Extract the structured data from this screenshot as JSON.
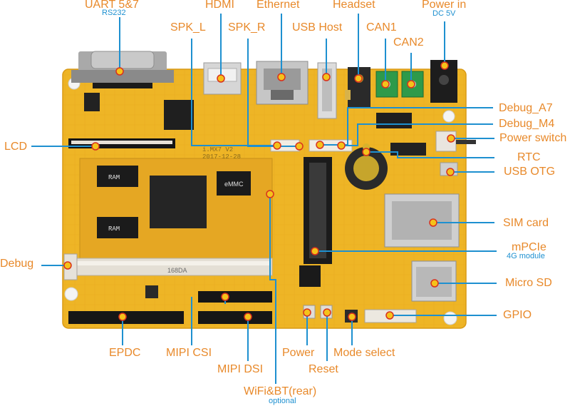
{
  "board": {
    "silk_model": "i.MX7 V2",
    "silk_date": "2017-12-28",
    "ram_chip_1": "RAM",
    "ram_chip_2": "RAM",
    "emmc_chip": "eMMC",
    "som_slot_text": "168DA"
  },
  "labels": {
    "uart": "UART 5&7",
    "uart_sub": "RS232",
    "hdmi": "HDMI",
    "ethernet": "Ethernet",
    "headset": "Headset",
    "power_in": "Power in",
    "power_in_sub": "DC 5V",
    "spk_l": "SPK_L",
    "spk_r": "SPK_R",
    "usb_host": "USB Host",
    "can1": "CAN1",
    "can2": "CAN2",
    "lcd": "LCD",
    "debug_a7": "Debug_A7",
    "debug_m4": "Debug_M4",
    "power_switch": "Power switch",
    "rtc": "RTC",
    "usb_otg": "USB OTG",
    "sim_card": "SIM card",
    "mpcie": "mPCIe",
    "mpcie_sub": "4G module",
    "debug": "Debug",
    "micro_sd": "Micro SD",
    "gpio": "GPIO",
    "epdc": "EPDC",
    "mipi_csi": "MIPI CSI",
    "mipi_dsi": "MIPI DSI",
    "power": "Power",
    "reset": "Reset",
    "mode_select": "Mode select",
    "wifi_bt": "WiFi&BT(rear)",
    "wifi_bt_sub": "optional"
  },
  "colors": {
    "label": "#e8892a",
    "sublabel": "#1e90d0",
    "leader": "#1e90d0",
    "marker_fill": "#f5c21a",
    "marker_ring": "#d9311e",
    "pcb": "#eeb526",
    "pcb_trace": "#e09a18"
  }
}
